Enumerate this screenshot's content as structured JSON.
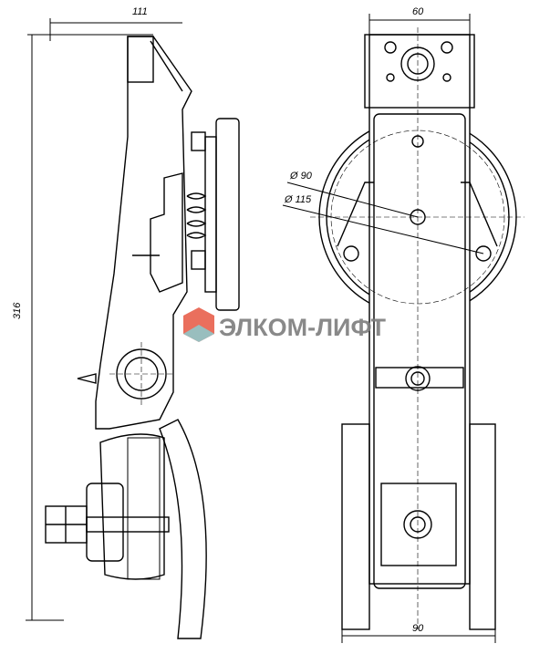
{
  "dimensions": {
    "side_width": "111",
    "total_height": "316",
    "top_width": "60",
    "bottom_width": "90",
    "inner_diameter": "Ø 90",
    "outer_diameter": "Ø 115"
  },
  "watermark": {
    "text": "ЭЛКОМ-ЛИФТ",
    "colors": {
      "text": "#7d7d7d",
      "hex_red": "#e8604c",
      "hex_teal": "#8fb7b8"
    }
  }
}
